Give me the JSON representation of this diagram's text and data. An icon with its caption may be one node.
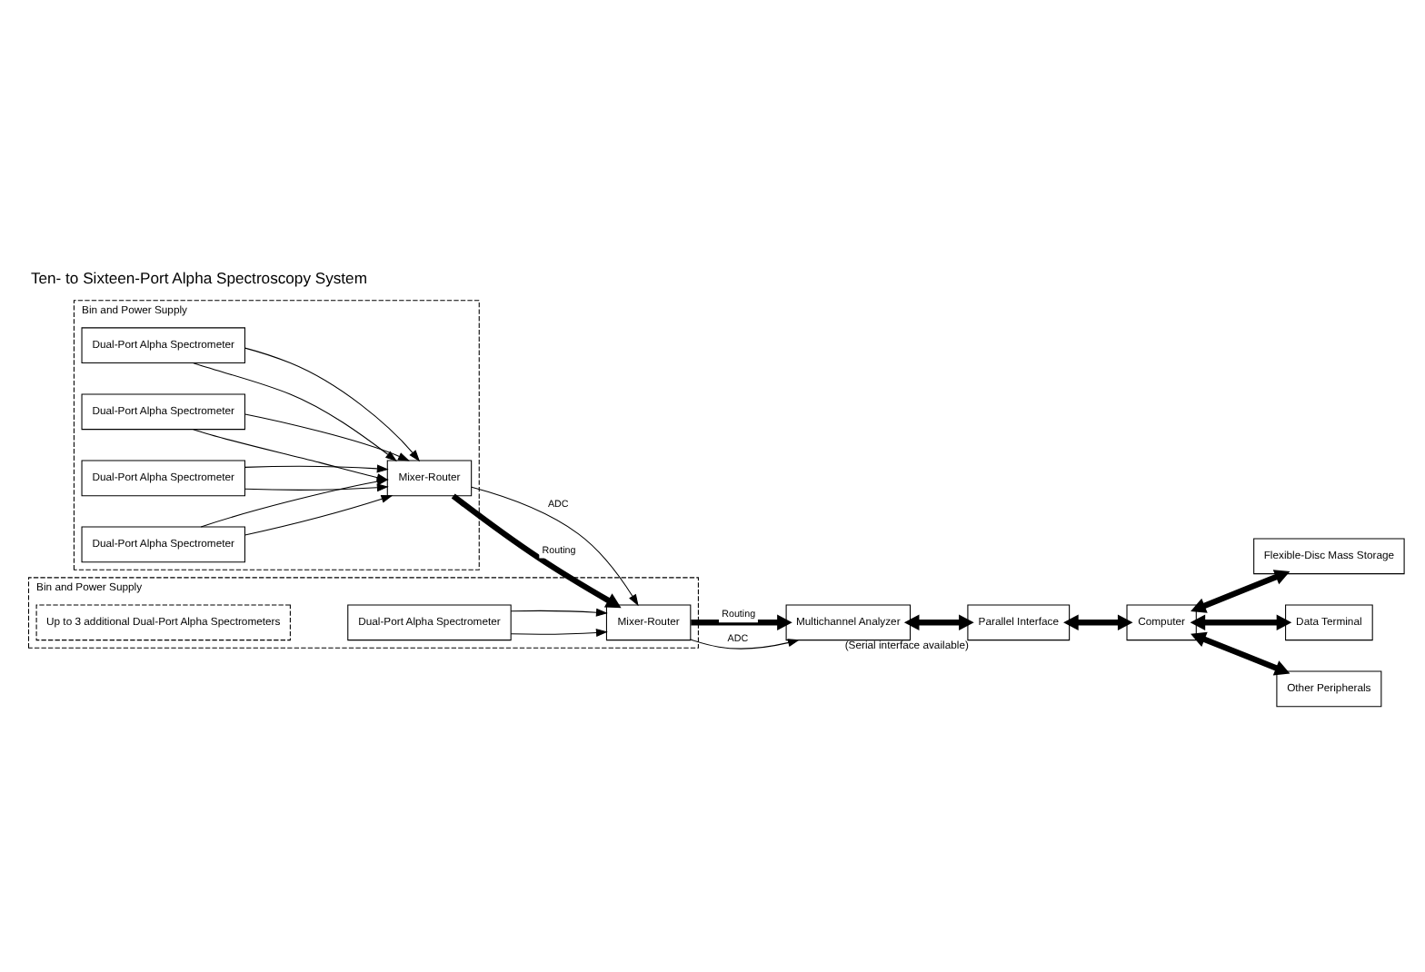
{
  "diagram": {
    "title": "Ten- to Sixteen-Port Alpha Spectroscopy System",
    "nodes": [
      {
        "text": [
          "Bin and Power Supply"
        ]
      },
      {
        "text": [
          "Dual-Port Alpha Spectrometer"
        ],
        "in": 0
      },
      {
        "text": [
          "Dual-Port Alpha Spectrometer"
        ],
        "in": 0
      },
      {
        "text": [
          "Dual-Port Alpha Spectrometer"
        ],
        "in": 0
      },
      {
        "text": [
          "Dual-Port Alpha Spectrometer"
        ],
        "in": 0
      },
      {
        "text": [
          "Mixer-Router"
        ],
        "in": 0
      },
      {
        "text": [
          "Bin and Power Supply"
        ]
      },
      {
        "text": [
          "Dual-Port Alpha Spectrometer"
        ],
        "in": 6
      },
      {
        "text": [
          "Up to 3 additional Dual-Port Alpha Spectrometers"
        ],
        "in": 6
      },
      {
        "text": [
          "Mixer-Router"
        ],
        "in": 6
      },
      {
        "text": [
          "Multichannel Analyzer"
        ]
      },
      {
        "text": [
          "Parallel Interface"
        ],
        "beside": [
          "(Serial interface available)"
        ]
      },
      {
        "text": [
          "Computer"
        ]
      },
      {
        "text": [
          "Flexible-Disc Mass Storage"
        ]
      },
      {
        "text": [
          "Data Terminal"
        ]
      },
      {
        "text": [
          "Other Peripherals"
        ]
      }
    ],
    "edges": [
      {
        "from": 1,
        "to": 5,
        "arrow": "to"
      },
      {
        "from": 1,
        "to": 5,
        "arrow": "to"
      },
      {
        "from": 2,
        "to": 5,
        "arrow": "to"
      },
      {
        "from": 2,
        "to": 5,
        "arrow": "to"
      },
      {
        "from": 3,
        "to": 5,
        "arrow": "to"
      },
      {
        "from": 3,
        "to": 5,
        "arrow": "to"
      },
      {
        "from": 4,
        "to": 5,
        "arrow": "to"
      },
      {
        "from": 4,
        "to": 5,
        "arrow": "to"
      },
      {
        "from": 5,
        "to": 9,
        "arrow": "to",
        "label": "ADC"
      },
      {
        "from": 5,
        "to": 9,
        "arrow": "to",
        "label": "Routing",
        "style": "thick"
      },
      {
        "from": 7,
        "to": 9,
        "arrow": "to"
      },
      {
        "from": 7,
        "to": 9,
        "arrow": "to"
      },
      {
        "from": 9,
        "to": 10,
        "arrow": "to",
        "label": "Routing",
        "style": "thick"
      },
      {
        "from": 9,
        "to": 10,
        "arrow": "to",
        "label": "ADC"
      },
      {
        "from": 10,
        "to": 11,
        "arrow": "both",
        "style": "thick"
      },
      {
        "from": 11,
        "to": 12,
        "arrow": "both",
        "style": "thick"
      },
      {
        "from": 12,
        "to": 13,
        "arrow": "both",
        "style": "thick"
      },
      {
        "from": 12,
        "to": 15,
        "arrow": "both",
        "style": "thick"
      },
      {
        "from": 12,
        "to": 14,
        "arrow": "both",
        "style": "thick"
      }
    ]
  }
}
